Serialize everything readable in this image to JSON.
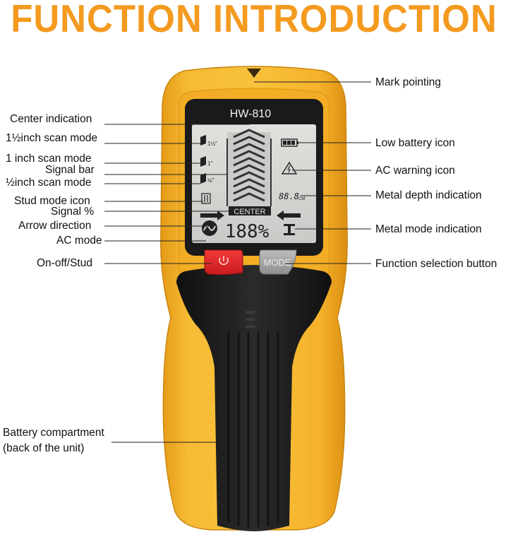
{
  "title": "FUNCTION INTRODUCTION",
  "device": {
    "model": "HW-810",
    "center_label": "CENTER",
    "signal_readout": "188%",
    "depth_readout": "88.8",
    "depth_unit": "CM",
    "scan_labels": [
      "1½\"",
      "1\"",
      "½\""
    ],
    "power_button_label": "⏻",
    "mode_button_label": "MODE"
  },
  "colors": {
    "title": "#f39a1f",
    "body_yellow": "#f6b52c",
    "grip_black": "#1c1c1c",
    "power_red": "#e8262b",
    "lcd": "#d4d6d2"
  },
  "icons": [
    "flag-icon",
    "stud-icon",
    "warning-icon",
    "battery-icon",
    "metal-beam-icon",
    "ac-wave-icon",
    "arrow-left-icon",
    "arrow-right-icon",
    "power-icon"
  ],
  "callouts_left": [
    {
      "id": "center-indication",
      "text": "Center indication"
    },
    {
      "id": "scan-1-5",
      "text": "1½inch scan mode"
    },
    {
      "id": "scan-1",
      "text": "1 inch scan mode"
    },
    {
      "id": "signal-bar",
      "text": "Signal bar"
    },
    {
      "id": "scan-0-5",
      "text": "½inch scan mode"
    },
    {
      "id": "stud-mode",
      "text": "Stud mode icon"
    },
    {
      "id": "signal-pct",
      "text": "Signal %"
    },
    {
      "id": "arrow-direction",
      "text": "Arrow direction"
    },
    {
      "id": "ac-mode",
      "text": "AC mode"
    },
    {
      "id": "on-off",
      "text": "On-off/Stud"
    },
    {
      "id": "battery-compartment-1",
      "text": "Battery compartment"
    },
    {
      "id": "battery-compartment-2",
      "text": "(back of the unit)"
    }
  ],
  "callouts_right": [
    {
      "id": "mark-pointing",
      "text": "Mark pointing"
    },
    {
      "id": "low-battery",
      "text": "Low battery icon"
    },
    {
      "id": "ac-warning",
      "text": "AC warning icon"
    },
    {
      "id": "metal-depth",
      "text": "Metal depth indication"
    },
    {
      "id": "metal-mode",
      "text": "Metal mode indication"
    },
    {
      "id": "function-select",
      "text": "Function selection button"
    }
  ]
}
